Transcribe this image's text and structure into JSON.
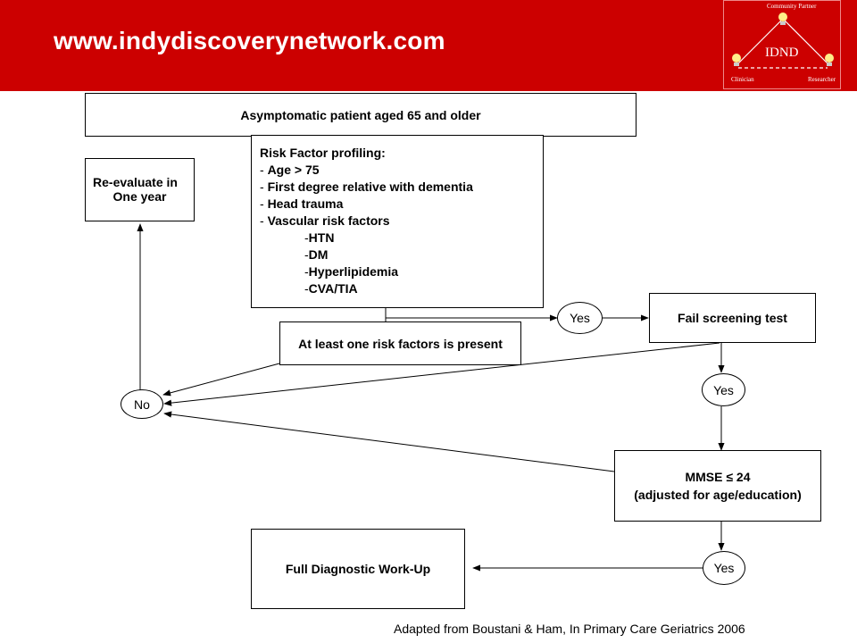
{
  "header": {
    "url": "www.indydiscoverynetwork.com",
    "background": "#cc0000"
  },
  "logo": {
    "top_label": "Community Partner",
    "left_label": "Clinician",
    "right_label": "Researcher",
    "center_label": "IDND"
  },
  "flowchart": {
    "start": "Asymptomatic patient aged 65 and older",
    "risk_profile": {
      "title": "Risk Factor profiling:",
      "items": [
        "Age > 75",
        "First degree relative with dementia",
        "Head trauma",
        "Vascular risk factors"
      ],
      "vascular_subitems": [
        "HTN",
        "DM",
        "Hyperlipidemia",
        "CVA/TIA"
      ]
    },
    "reevaluate_line1": "Re-evaluate in",
    "reevaluate_line2": "One year",
    "risk_present": "At least one risk factors is present",
    "yes_label": "Yes",
    "no_label": "No",
    "fail_screening": "Fail screening test",
    "mmse_line1": "MMSE ≤ 24",
    "mmse_line2": "(adjusted for age/education)",
    "full_workup": "Full Diagnostic Work-Up"
  },
  "footer": {
    "citation": "Adapted from Boustani & Ham, In Primary Care Geriatrics 2006"
  }
}
